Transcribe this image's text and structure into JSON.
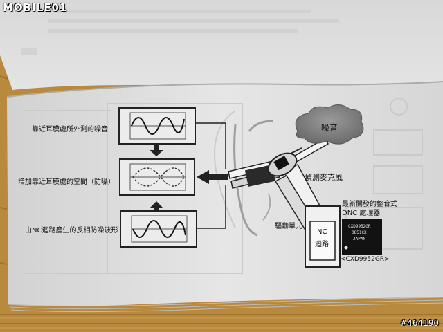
{
  "watermark": {
    "logo": "MOBILE01",
    "post_id": "#464190"
  },
  "diagram": {
    "box_top_label": "靠近耳膜處所外測的噪音",
    "box_mid_label": "增加靠近耳膜處的空間（防噪）",
    "box_bot_label": "由NC迴路產生的反相防噪波形",
    "cloud_label": "噪音",
    "mic_label": "偵測麥克風",
    "chip_title_1": "最新開發的整合式",
    "chip_title_2": "DNC 處理器",
    "driver_label": "驅動單元",
    "nc_label_1": "NC",
    "nc_label_2": "迴路",
    "chip_model": "<CXD9952GR>",
    "chip_marking_1": "CXD9952GR",
    "chip_marking_2": "0851CX",
    "chip_marking_3": "JAPAN"
  }
}
